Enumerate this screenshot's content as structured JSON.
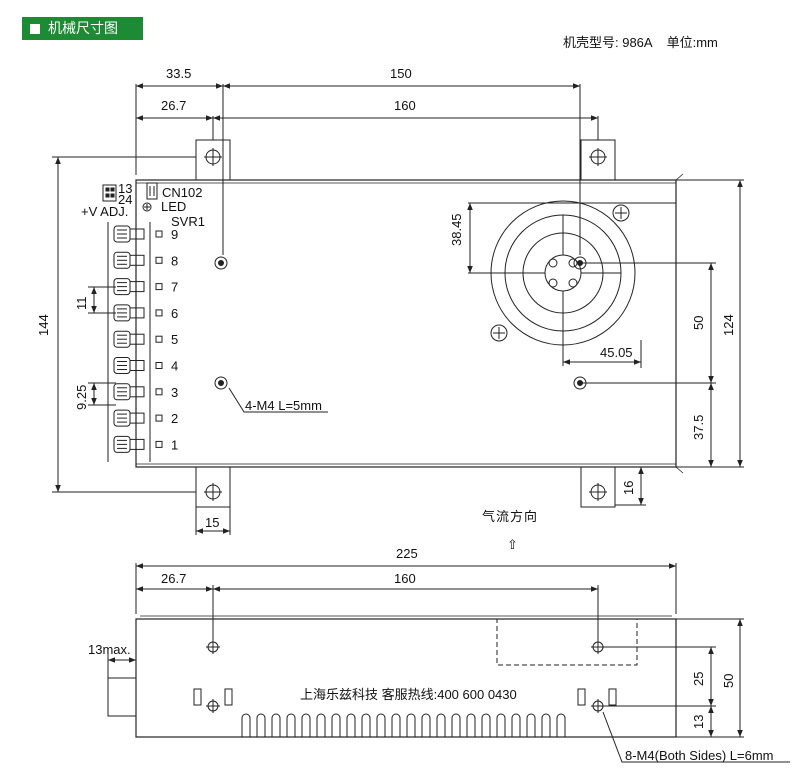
{
  "header": {
    "title": "机械尺寸图",
    "model_label": "机壳型号: 986A",
    "unit_label": "单位:mm"
  },
  "top_view": {
    "dims": {
      "d33_5": "33.5",
      "d150": "150",
      "d26_7": "26.7",
      "d160": "160",
      "d144": "144",
      "d38_45": "38.45",
      "d50": "50",
      "d124": "124",
      "d45_05": "45.05",
      "d37_5": "37.5",
      "d16": "16",
      "d15": "15",
      "d11": "11",
      "d9_25": "9.25"
    },
    "connector": {
      "pin13": "13",
      "pin24": "24",
      "cn_label": "CN102",
      "led_label": "LED",
      "adj_label": "+V ADJ.",
      "svr_label": "SVR1"
    },
    "terminals": [
      "9",
      "8",
      "7",
      "6",
      "5",
      "4",
      "3",
      "2",
      "1"
    ],
    "screw_note": "4-M4 L=5mm",
    "airflow_label": "气流方向",
    "airflow_arrow": "⇧"
  },
  "side_view": {
    "dims": {
      "d225": "225",
      "d26_7": "26.7",
      "d160": "160",
      "d13max": "13max.",
      "d25": "25",
      "d50": "50",
      "d13": "13"
    },
    "company": "上海乐兹科技 客服热线:400 600 0430",
    "screw_note": "8-M4(Both Sides) L=6mm"
  }
}
